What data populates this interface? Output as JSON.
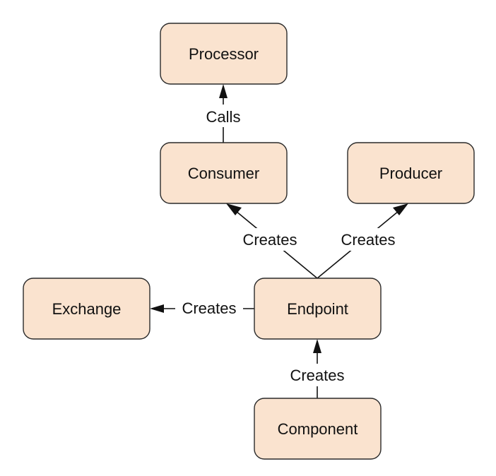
{
  "diagram": {
    "nodes": {
      "processor": "Processor",
      "consumer": "Consumer",
      "producer": "Producer",
      "exchange": "Exchange",
      "endpoint": "Endpoint",
      "component": "Component"
    },
    "edges": {
      "consumer_to_processor": "Calls",
      "endpoint_to_consumer": "Creates",
      "endpoint_to_producer": "Creates",
      "endpoint_to_exchange": "Creates",
      "component_to_endpoint": "Creates"
    },
    "colors": {
      "node_fill": "#fae3cf",
      "node_stroke": "#2a2a2a",
      "line": "#111111"
    }
  }
}
